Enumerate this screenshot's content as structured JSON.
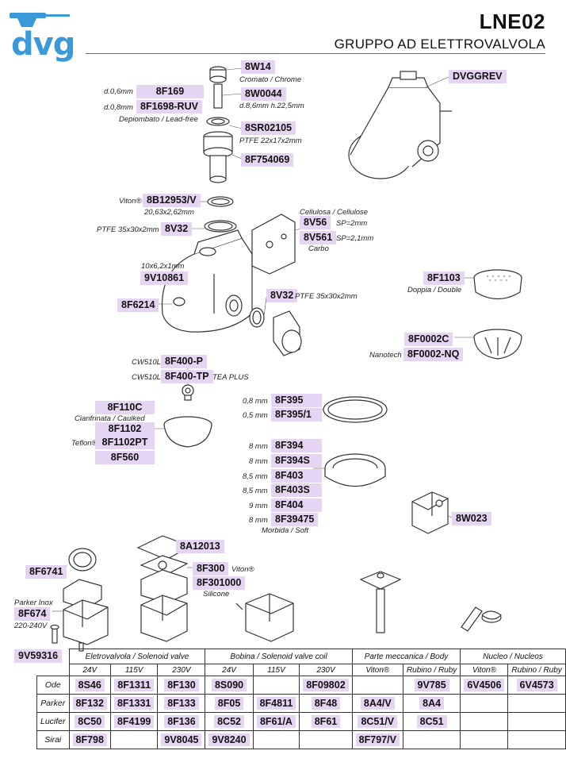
{
  "header": {
    "brand": "dvg",
    "code": "LNE02",
    "subtitle": "GRUPPO AD ELETTROVALVOLA"
  },
  "parts": {
    "w14": {
      "code": "8W14",
      "note": "Cromato / Chrome"
    },
    "f169": {
      "code": "8F169",
      "note": "d.0,6mm"
    },
    "w0044": {
      "code": "8W0044",
      "note": "d.8,6mm h.22,5mm"
    },
    "f1698": {
      "code": "8F1698-RUV",
      "note": "d.0,8mm",
      "note2": "Depiombato / Lead-free"
    },
    "sr02105": {
      "code": "8SR02105",
      "note": "PTFE 22x17x2mm"
    },
    "f754069": {
      "code": "8F754069"
    },
    "b12953": {
      "code": "8B12953/V",
      "note": "Viton®",
      "note2": "20,63x2,62mm"
    },
    "v32a": {
      "code": "8V32",
      "note": "PTFE 35x30x2mm"
    },
    "cellulose": {
      "note": "Cellulosa / Cellulose"
    },
    "v56": {
      "code": "8V56",
      "note": "SP=2mm"
    },
    "v561": {
      "code": "8V561",
      "note": "SP=2,1mm",
      "note2": "Carbo"
    },
    "v10861": {
      "code": "9V10861",
      "note": "10x6,2x1mm"
    },
    "f6214": {
      "code": "8F6214"
    },
    "v32b": {
      "code": "8V32",
      "note": "PTFE 35x30x2mm"
    },
    "dvggrev": {
      "code": "DVGGREV"
    },
    "f1103": {
      "code": "8F1103",
      "note": "Doppia / Double"
    },
    "f0002c": {
      "code": "8F0002C"
    },
    "f0002nq": {
      "code": "8F0002-NQ",
      "note": "Nanotech"
    },
    "f400p": {
      "code": "8F400-P",
      "note": "CW510L"
    },
    "f400tp": {
      "code": "8F400-TP",
      "note": "CW510L",
      "note2": "TEA PLUS"
    },
    "f110c": {
      "code": "8F110C",
      "note": "Cianfrinata / Caulked"
    },
    "f1102": {
      "code": "8F1102"
    },
    "f1102pt": {
      "code": "8F1102PT",
      "note": "Teflon®"
    },
    "f560": {
      "code": "8F560"
    },
    "f395": {
      "code": "8F395",
      "note": "0,8 mm"
    },
    "f3951": {
      "code": "8F395/1",
      "note": "0,5 mm"
    },
    "f394": {
      "code": "8F394",
      "note": "8 mm"
    },
    "f394s": {
      "code": "8F394S",
      "note": "8 mm"
    },
    "f403": {
      "code": "8F403",
      "note": "8,5 mm"
    },
    "f403s": {
      "code": "8F403S",
      "note": "8,5 mm"
    },
    "f404": {
      "code": "8F404",
      "note": "9 mm"
    },
    "f39475": {
      "code": "8F39475",
      "note": "8 mm",
      "note2": "Morbida / Soft"
    },
    "w023": {
      "code": "8W023"
    },
    "a12013": {
      "code": "8A12013"
    },
    "f6741": {
      "code": "8F6741"
    },
    "f300": {
      "code": "8F300",
      "note": "Viton®"
    },
    "f301000": {
      "code": "8F301000",
      "note": "Silicone"
    },
    "f674": {
      "code": "8F674",
      "note": "Parker Inox",
      "note2": "220-240V"
    },
    "v59316": {
      "code": "9V59316"
    }
  },
  "table": {
    "groups": [
      "Eletrovalvola / Solenoid valve",
      "Bobina / Solenoid valve coil",
      "Parte meccanica / Body",
      "Nucleo / Nucleos"
    ],
    "subheads": [
      "24V",
      "115V",
      "230V",
      "24V",
      "115V",
      "230V",
      "Viton®",
      "Rubino / Ruby",
      "Viton®",
      "Rubino / Ruby"
    ],
    "rows": [
      {
        "label": "Ode",
        "cells": [
          "8S46",
          "8F1311",
          "8F130",
          "8S090",
          "",
          "8F09802",
          "",
          "9V785",
          "6V4506",
          "6V4573"
        ]
      },
      {
        "label": "Parker",
        "cells": [
          "8F132",
          "8F1331",
          "8F133",
          "8F05",
          "8F4811",
          "8F48",
          "8A4/V",
          "8A4",
          "",
          ""
        ]
      },
      {
        "label": "Lucifer",
        "cells": [
          "8C50",
          "8F4199",
          "8F136",
          "8C52",
          "8F61/A",
          "8F61",
          "8C51/V",
          "8C51",
          "",
          ""
        ]
      },
      {
        "label": "Sirai",
        "cells": [
          "8F798",
          "",
          "9V8045",
          "9V8240",
          "",
          "",
          "8F797/V",
          "",
          "",
          ""
        ]
      }
    ]
  },
  "colors": {
    "brand": "#3a9ad9",
    "highlight": "#e6d5f2"
  }
}
